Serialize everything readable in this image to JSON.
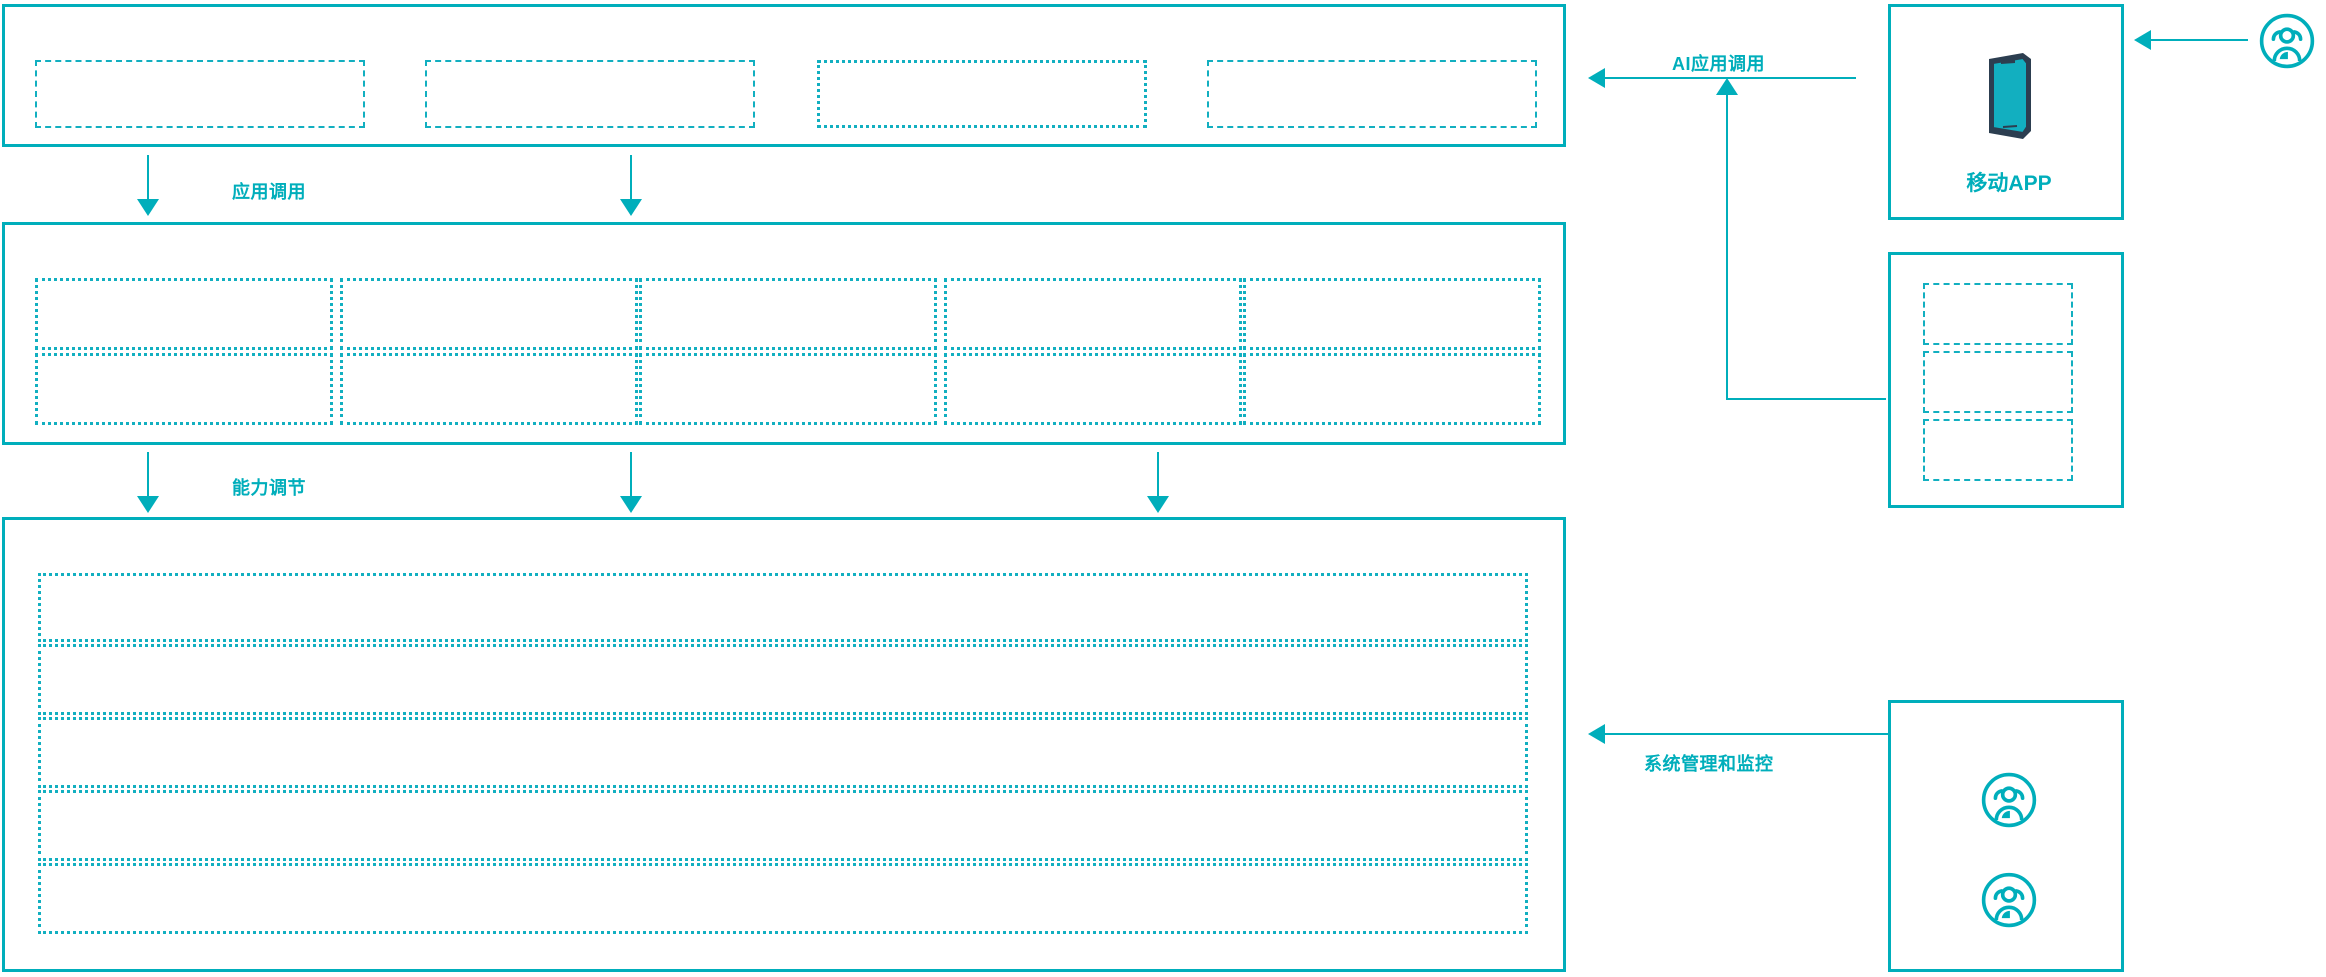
{
  "theme": {
    "accent": "#00AEBB",
    "dash": "#12AFC0",
    "phone_body": "#2C3E50",
    "phone_screen": "#12AFC0",
    "background": "#FFFFFF"
  },
  "diagram": {
    "type": "layered-architecture",
    "orientation": "left-stack-with-right-actors"
  },
  "layers": [
    {
      "id": "application-layer",
      "boxes": [
        {
          "id": "app-box-1",
          "label": ""
        },
        {
          "id": "app-box-2",
          "label": ""
        },
        {
          "id": "app-box-3",
          "label": ""
        },
        {
          "id": "app-box-4",
          "label": ""
        }
      ]
    },
    {
      "id": "capability-layer",
      "boxes": [
        {
          "id": "cap-box-r1c1",
          "label": ""
        },
        {
          "id": "cap-box-r1c2",
          "label": ""
        },
        {
          "id": "cap-box-r1c3",
          "label": ""
        },
        {
          "id": "cap-box-r1c4",
          "label": ""
        },
        {
          "id": "cap-box-r1c5",
          "label": ""
        },
        {
          "id": "cap-box-r2c1",
          "label": ""
        },
        {
          "id": "cap-box-r2c2",
          "label": ""
        },
        {
          "id": "cap-box-r2c3",
          "label": ""
        },
        {
          "id": "cap-box-r2c4",
          "label": ""
        },
        {
          "id": "cap-box-r2c5",
          "label": ""
        }
      ]
    },
    {
      "id": "platform-layer",
      "bands": [
        {
          "id": "platform-band-1",
          "label": ""
        },
        {
          "id": "platform-band-2",
          "label": ""
        },
        {
          "id": "platform-band-3",
          "label": ""
        },
        {
          "id": "platform-band-4",
          "label": ""
        },
        {
          "id": "platform-band-5",
          "label": ""
        }
      ]
    }
  ],
  "connectors": {
    "application_call": "应用调用",
    "capability_adjust": "能力调节",
    "ai_application_call": "AI应用调用",
    "system_management_monitoring": "系统管理和监控"
  },
  "right_panels": {
    "mobile_app": {
      "caption": "移动APP",
      "icon": "mobile-phone-icon"
    },
    "service_list": {
      "boxes": [
        {
          "id": "service-box-1",
          "label": ""
        },
        {
          "id": "service-box-2",
          "label": ""
        },
        {
          "id": "service-box-3",
          "label": ""
        }
      ]
    },
    "operators": {
      "icons": [
        {
          "id": "operator-icon-1",
          "name": "user-group-icon"
        },
        {
          "id": "operator-icon-2",
          "name": "user-group-icon"
        }
      ]
    },
    "end_user": {
      "icon": "user-group-icon"
    }
  }
}
